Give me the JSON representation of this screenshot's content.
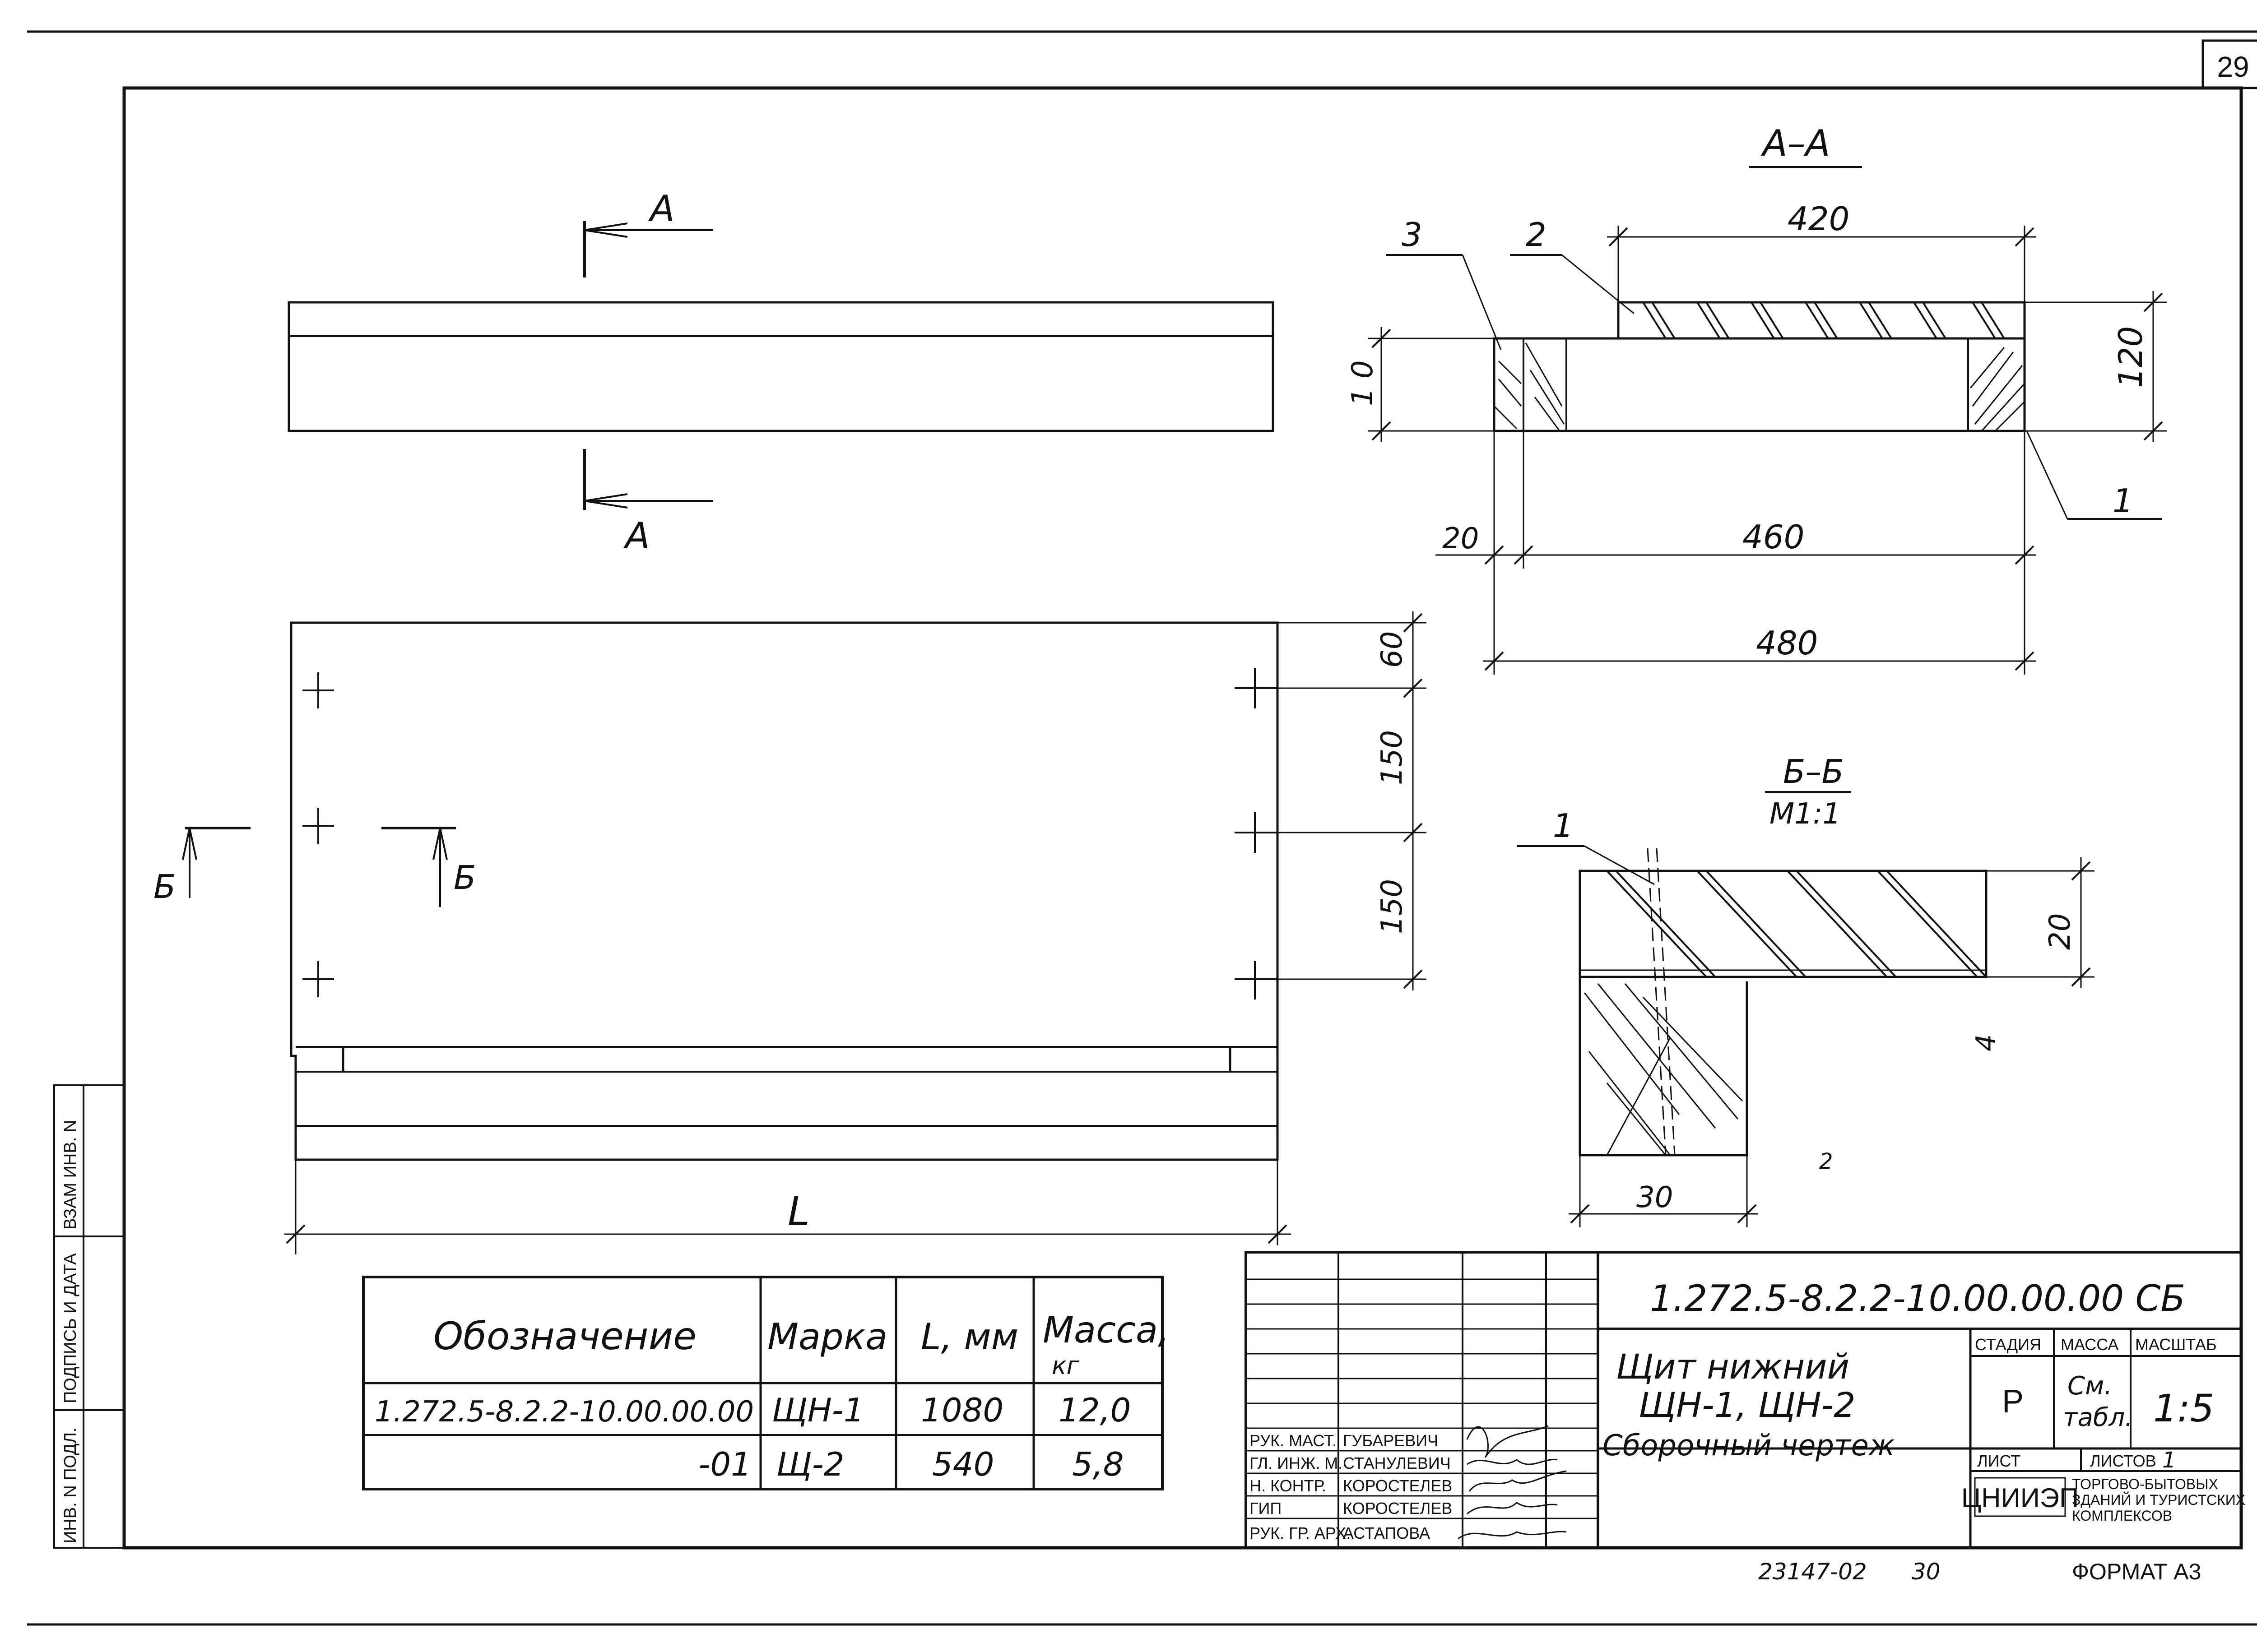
{
  "sheet_number": "29",
  "views": {
    "section_a_title": "А–А",
    "section_b_title": "Б–Б",
    "section_b_scale": "М1:1",
    "section_a_marker": "А",
    "section_b_marker": "Б",
    "length_label": "L"
  },
  "dimensions": {
    "a_420": "420",
    "a_120": "120",
    "a_10": "1 0",
    "a_20": "20",
    "a_460": "460",
    "a_480": "480",
    "plan_60": "60",
    "plan_150_top": "150",
    "plan_150_bottom": "150",
    "b_20": "20",
    "b_30": "30",
    "b_4": "4",
    "b_2": "2"
  },
  "callouts": {
    "c1": "1",
    "c2": "2",
    "c3": "3",
    "b1": "1"
  },
  "spec_table": {
    "headers": [
      "Обозначение",
      "Марка",
      "L, мм",
      "Масса,",
      "кг"
    ],
    "rows": [
      {
        "designation": "1.272.5-8.2.2-10.00.00.00",
        "mark": "ЩН-1",
        "length": "1080",
        "mass": "12,0"
      },
      {
        "designation": "-01",
        "mark": "Щ-2",
        "length": "540",
        "mass": "5,8"
      }
    ]
  },
  "title_block": {
    "document_code": "1.272.5-8.2.2-10.00.00.00 СБ",
    "title_line1": "Щит нижний",
    "title_line2": "ЩН-1, ЩН-2",
    "title_line3": "Сборочный чертеж",
    "stage_label": "СТАДИЯ",
    "mass_label": "МАССА",
    "scale_label": "МАСШТАБ",
    "stage_value": "Р",
    "mass_value_1": "См.",
    "mass_value_2": "табл.",
    "scale_value": "1:5",
    "sheet_label": "ЛИСТ",
    "sheets_label": "ЛИСТОВ",
    "sheets_value": "1",
    "org_logo": "ЦНИИЭП",
    "org_line1": "ТОРГОВО-БЫТОВЫХ",
    "org_line2": "ЗДАНИЙ И ТУРИСТСКИХ",
    "org_line3": "КОМПЛЕКСОВ",
    "roles": [
      "РУК. МАСТ.",
      "ГЛ. ИНЖ. М.",
      "Н. КОНТР.",
      "ГИП",
      "РУК. ГР. АРХ."
    ],
    "names": [
      "ГУБАРЕВИЧ",
      "СТАНУЛЕВИЧ",
      "КОРОСТЕЛЕВ",
      "КОРОСТЕЛЕВ",
      "АСТАПОВА"
    ]
  },
  "side_stamp": [
    "ИНВ. N ПОДЛ.",
    "ПОДПИСЬ И ДАТА",
    "ВЗАМ ИНВ. N"
  ],
  "footer": {
    "archive_no": "23147-02",
    "page_no": "30",
    "format": "ФОРМАТ А3"
  }
}
